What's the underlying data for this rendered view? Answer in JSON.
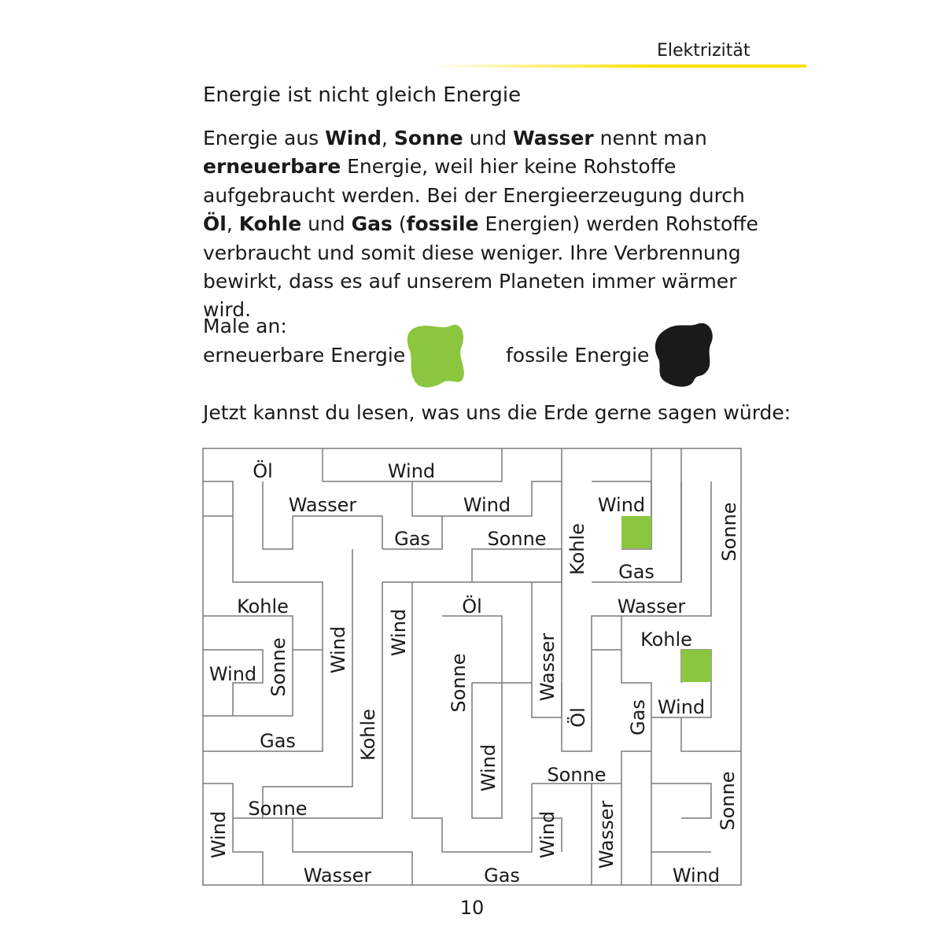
{
  "header": {
    "section": "Elektrizität"
  },
  "page": {
    "title": "Energie ist nicht gleich Energie",
    "intro_segments": [
      {
        "text": "Energie aus ",
        "bold": false
      },
      {
        "text": "Wind",
        "bold": true
      },
      {
        "text": ", ",
        "bold": false
      },
      {
        "text": "Sonne",
        "bold": true
      },
      {
        "text": " und ",
        "bold": false
      },
      {
        "text": "Wasser",
        "bold": true
      },
      {
        "text": " nennt man ",
        "bold": false
      },
      {
        "text": "erneuerbare",
        "bold": true
      },
      {
        "text": " Energie, weil hier keine Rohstoffe aufgebraucht werden. Bei der Energieerzeugung durch ",
        "bold": false
      },
      {
        "text": "Öl",
        "bold": true
      },
      {
        "text": ", ",
        "bold": false
      },
      {
        "text": "Kohle",
        "bold": true
      },
      {
        "text": " und ",
        "bold": false
      },
      {
        "text": "Gas",
        "bold": true
      },
      {
        "text": " (",
        "bold": false
      },
      {
        "text": "fossile",
        "bold": true
      },
      {
        "text": " Energien) werden Rohstoffe verbraucht und somit diese weniger. Ihre Verbrennung bewirkt, dass es auf unserem Planeten immer wärmer wird.",
        "bold": false
      }
    ],
    "male_an": "Male an:",
    "legend_renewable": "erneuerbare Energie =",
    "legend_fossil": "fossile Energie =",
    "instruction": "Jetzt kannst du lesen, was uns die Erde gerne sagen würde:",
    "page_number": "10"
  },
  "colors": {
    "renewable": "#8cc63f",
    "fossil": "#1a1a1a",
    "rule": "#fce000",
    "maze_line": "#7a7a7a"
  },
  "maze_words": [
    {
      "text": "Öl",
      "rotated": false
    },
    {
      "text": "Wind",
      "rotated": false
    },
    {
      "text": "Wasser",
      "rotated": false
    },
    {
      "text": "Wind",
      "rotated": false
    },
    {
      "text": "Gas",
      "rotated": false
    },
    {
      "text": "Sonne",
      "rotated": false
    },
    {
      "text": "Wind",
      "rotated": false
    },
    {
      "text": "Gas",
      "rotated": false
    },
    {
      "text": "Kohle",
      "rotated": true
    },
    {
      "text": "Sonne",
      "rotated": true
    },
    {
      "text": "Kohle",
      "rotated": false
    },
    {
      "text": "Öl",
      "rotated": false
    },
    {
      "text": "Wasser",
      "rotated": false
    },
    {
      "text": "Kohle",
      "rotated": false
    },
    {
      "text": "Wind",
      "rotated": false
    },
    {
      "text": "Sonne",
      "rotated": true
    },
    {
      "text": "Wind",
      "rotated": true
    },
    {
      "text": "Wind",
      "rotated": true
    },
    {
      "text": "Sonne",
      "rotated": true
    },
    {
      "text": "Wasser",
      "rotated": true
    },
    {
      "text": "Wind",
      "rotated": false
    },
    {
      "text": "Öl",
      "rotated": true
    },
    {
      "text": "Gas",
      "rotated": true
    },
    {
      "text": "Gas",
      "rotated": false
    },
    {
      "text": "Kohle",
      "rotated": true
    },
    {
      "text": "Wind",
      "rotated": true
    },
    {
      "text": "Sonne",
      "rotated": false
    },
    {
      "text": "Sonne",
      "rotated": false
    },
    {
      "text": "Sonne",
      "rotated": true
    },
    {
      "text": "Wind",
      "rotated": true
    },
    {
      "text": "Wind",
      "rotated": true
    },
    {
      "text": "Wasser",
      "rotated": true
    },
    {
      "text": "Wasser",
      "rotated": false
    },
    {
      "text": "Gas",
      "rotated": false
    },
    {
      "text": "Wind",
      "rotated": false
    }
  ]
}
